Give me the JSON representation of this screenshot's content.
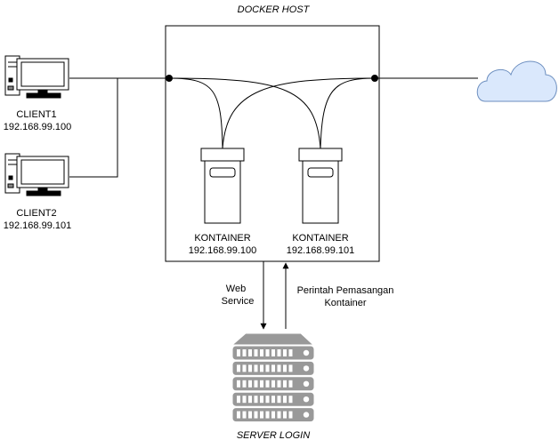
{
  "title": "DOCKER HOST",
  "clients": [
    {
      "name": "CLIENT1",
      "ip": "192.168.99.100"
    },
    {
      "name": "CLIENT2",
      "ip": "192.168.99.101"
    }
  ],
  "containers": [
    {
      "name": "KONTAINER",
      "ip": "192.168.99.100"
    },
    {
      "name": "KONTAINER",
      "ip": "192.168.99.101"
    }
  ],
  "edges": {
    "web_service": [
      "Web",
      "Service"
    ],
    "install_command": [
      "Perintah Pemasangan",
      "Kontainer"
    ]
  },
  "server_label": "SERVER LOGIN",
  "icons": {
    "client": "desktop-computer-icon",
    "cloud": "cloud-icon",
    "server": "server-rack-icon",
    "container": "container-box-icon"
  },
  "colors": {
    "stroke": "#000000",
    "cloud_fill": "#dae8fc",
    "cloud_stroke": "#6c8ebf",
    "server_fill": "#999999",
    "server_stroke": "#ffffff"
  }
}
